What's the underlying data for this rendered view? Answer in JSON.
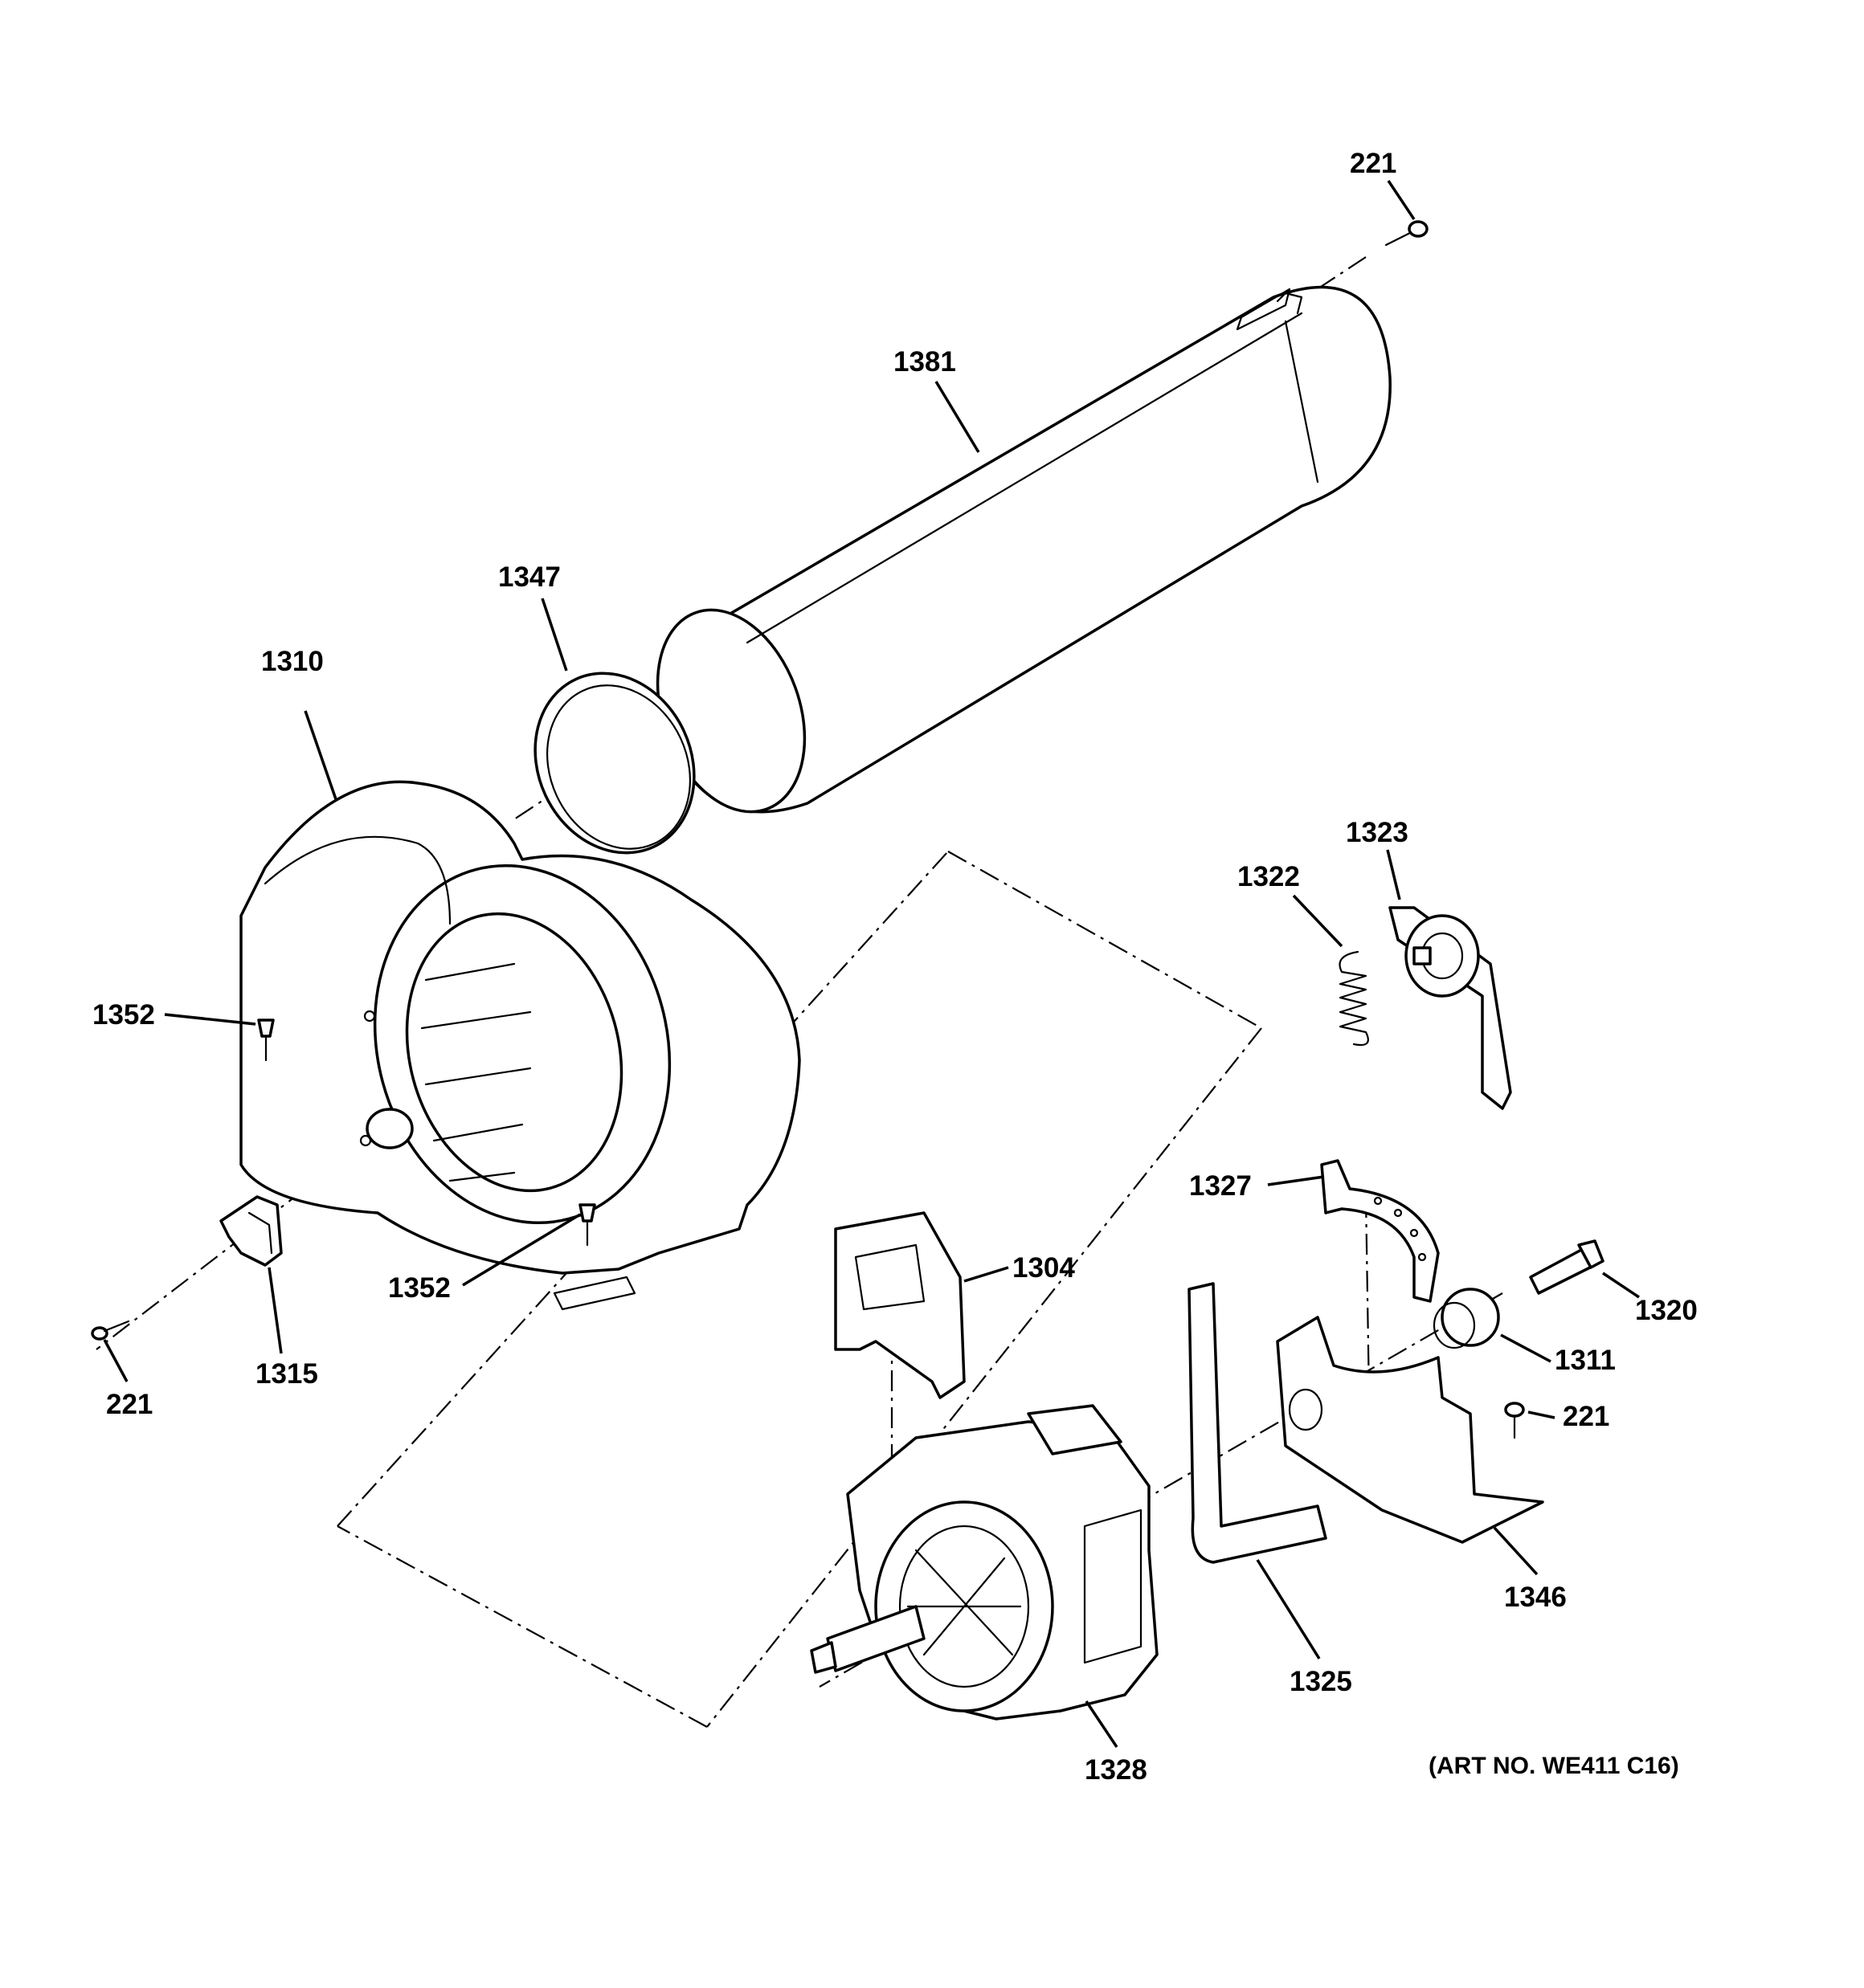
{
  "diagram": {
    "parts": {
      "p221_top": "221",
      "p1381": "1381",
      "p1347": "1347",
      "p1310": "1310",
      "p1323": "1323",
      "p1322": "1322",
      "p1352_left": "1352",
      "p1327": "1327",
      "p1352_bottom": "1352",
      "p1304": "1304",
      "p1320": "1320",
      "p221_left": "221",
      "p1315": "1315",
      "p1311": "1311",
      "p221_right": "221",
      "p1346": "1346",
      "p1325": "1325",
      "p1328": "1328"
    },
    "art_number": "(ART NO. WE411 C16)"
  }
}
